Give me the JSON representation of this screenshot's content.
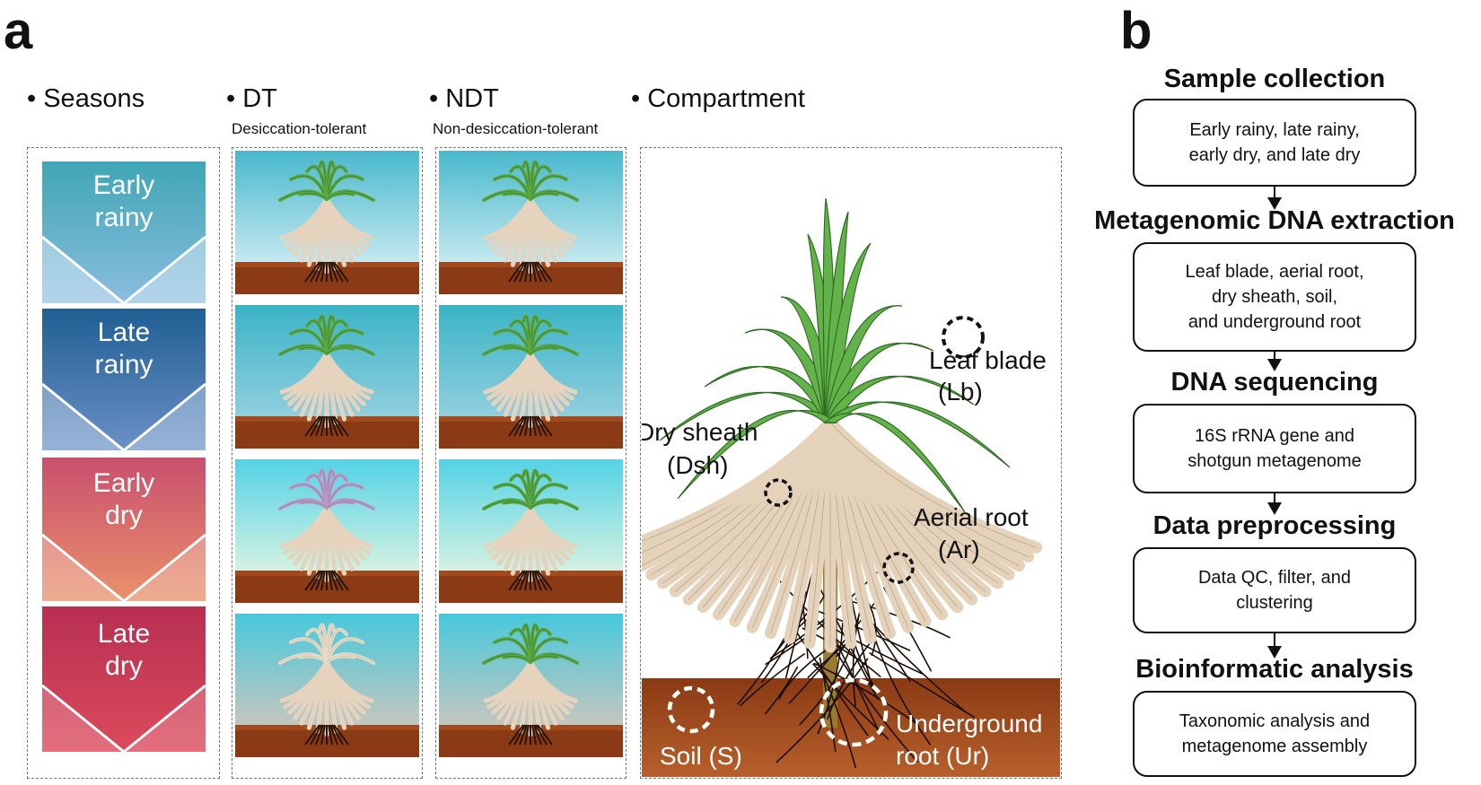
{
  "panel_a": {
    "letter": "a",
    "columns": {
      "seasons": {
        "title": "Seasons"
      },
      "dt": {
        "title": "DT",
        "subtitle": "Desiccation-tolerant"
      },
      "ndt": {
        "title": "NDT",
        "subtitle": "Non-desiccation-tolerant"
      },
      "compartment": {
        "title": "Compartment"
      }
    },
    "seasons": [
      {
        "line1": "Early",
        "line2": "rainy",
        "color_top": "#3fa6b5",
        "color_bottom": "#8bbde0"
      },
      {
        "line1": "Late",
        "line2": "rainy",
        "color_top": "#1f5f93",
        "color_bottom": "#6b90c6"
      },
      {
        "line1": "Early",
        "line2": "dry",
        "color_top": "#c9506e",
        "color_bottom": "#e9916a"
      },
      {
        "line1": "Late",
        "line2": "dry",
        "color_top": "#b72f52",
        "color_bottom": "#dc4b5c"
      }
    ],
    "compartment_labels": {
      "leaf_blade": {
        "name": "Leaf blade",
        "abbr": "(Lb)"
      },
      "dry_sheath": {
        "name": "Dry sheath",
        "abbr": "(Dsh)"
      },
      "aerial_root": {
        "name": "Aerial root",
        "abbr": "(Ar)"
      },
      "soil": {
        "name": "Soil (S)"
      },
      "underground_root": {
        "name": "Underground",
        "abbr": "root (Ur)"
      }
    }
  },
  "panel_b": {
    "letter": "b",
    "steps": [
      {
        "title": "Sample collection",
        "text": [
          "Early rainy, late rainy,",
          "early dry, and late dry"
        ]
      },
      {
        "title": "Metagenomic DNA extraction",
        "text": [
          "Leaf blade, aerial root,",
          "dry sheath, soil,",
          "and underground root"
        ]
      },
      {
        "title": "DNA sequencing",
        "text": [
          "16S rRNA gene and",
          "shotgun metagenome"
        ]
      },
      {
        "title": "Data preprocessing",
        "text": [
          "Data QC, filter, and",
          "clustering"
        ]
      },
      {
        "title": "Bioinformatic analysis",
        "text": [
          "Taxonomic analysis and",
          "metagenome assembly"
        ]
      }
    ]
  }
}
